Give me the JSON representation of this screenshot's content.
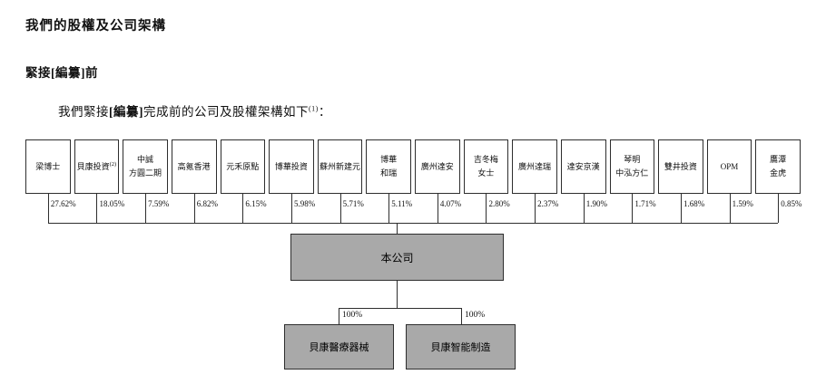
{
  "page": {
    "title": "我們的股權及公司架構",
    "section_heading": "緊接[編纂]前",
    "intro": {
      "pre": "我們緊接",
      "bold": "[編纂]",
      "post": "完成前的公司及股權架構如下",
      "sup": "(1)",
      "tail": "："
    }
  },
  "chart_data": {
    "type": "org-chart",
    "company": {
      "label": "本公司"
    },
    "shareholders": [
      {
        "name": "梁博士",
        "sup": "",
        "pct": "27.62%"
      },
      {
        "name": "貝康投資",
        "sup": "(2)",
        "pct": "18.05%"
      },
      {
        "name": "中誠\n方圓二期",
        "sup": "",
        "pct": "7.59%"
      },
      {
        "name": "高氪香港",
        "sup": "",
        "pct": "6.82%"
      },
      {
        "name": "元禾原點",
        "sup": "",
        "pct": "6.15%"
      },
      {
        "name": "博華投資",
        "sup": "",
        "pct": "5.98%"
      },
      {
        "name": "蘇州新建元",
        "sup": "",
        "pct": "5.71%"
      },
      {
        "name": "博華\n和瑞",
        "sup": "",
        "pct": "5.11%"
      },
      {
        "name": "廣州達安",
        "sup": "",
        "pct": "4.07%"
      },
      {
        "name": "吉冬梅\n女士",
        "sup": "",
        "pct": "2.80%"
      },
      {
        "name": "廣州達瑞",
        "sup": "",
        "pct": "2.37%"
      },
      {
        "name": "達安京漢",
        "sup": "",
        "pct": "1.90%"
      },
      {
        "name": "琴明\n中泓方仁",
        "sup": "",
        "pct": "1.71%"
      },
      {
        "name": "雙井投資",
        "sup": "",
        "pct": "1.68%"
      },
      {
        "name": "OPM",
        "sup": "",
        "pct": "1.59%"
      },
      {
        "name": "鷹潭\n金虎",
        "sup": "",
        "pct": "0.85%"
      }
    ],
    "subsidiaries": [
      {
        "label": "貝康醫療器械",
        "pct": "100%"
      },
      {
        "label": "貝康智能制造",
        "pct": "100%"
      }
    ]
  }
}
